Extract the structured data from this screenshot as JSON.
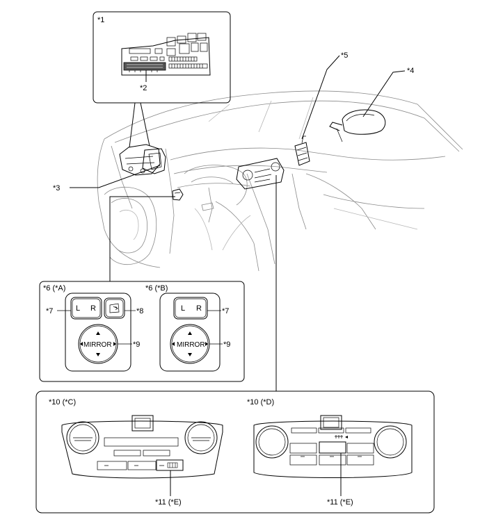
{
  "callouts": {
    "c1": "*1",
    "c2": "*2",
    "c3": "*3",
    "c4": "*4",
    "c5": "*5",
    "c6a": "*6 (*A)",
    "c6b": "*6 (*B)",
    "c7a": "*7",
    "c7b": "*7",
    "c8": "*8",
    "c9a": "*9",
    "c9b": "*9",
    "c10c": "*10 (*C)",
    "c10d": "*10 (*D)",
    "c11c": "*11 (*E)",
    "c11d": "*11 (*E)"
  },
  "mirror_switch": {
    "left_label": "L",
    "right_label": "R",
    "pad_label": "MIRROR"
  },
  "icons": {
    "fold": "mirror-fold-icon",
    "arrows": "direction-arrow-icon"
  }
}
